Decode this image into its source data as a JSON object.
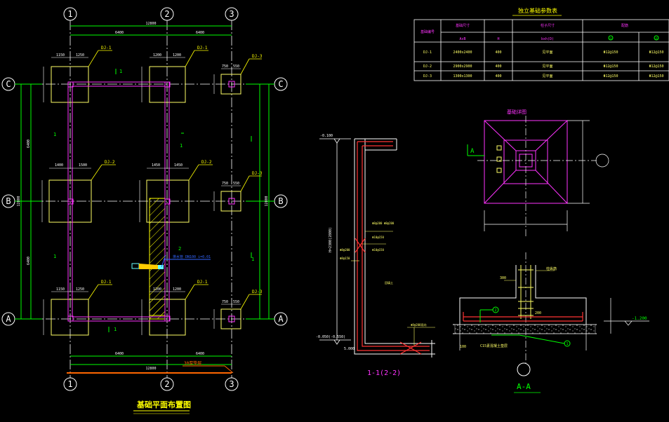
{
  "plan": {
    "title": "基础平面布置图",
    "col_axes": [
      "1",
      "2",
      "3"
    ],
    "row_axes": [
      "C",
      "B",
      "A"
    ],
    "dims_top": {
      "total": "12800",
      "bay1": "6400",
      "bay2": "6400"
    },
    "dims_bottom": {
      "total": "12800",
      "bay1": "6400",
      "bay2": "6400"
    },
    "dims_left": {
      "total": "12800",
      "bay1": "6400",
      "bay2": "6400"
    },
    "dims_right": {
      "total": "12800"
    },
    "footing_tags": [
      "DJ-1",
      "DJ-1",
      "DJ-3",
      "DJ-2",
      "DJ-2",
      "DJ-3",
      "DJ-1",
      "DJ-1",
      "DJ-3"
    ],
    "footing_dims": {
      "dj1": [
        "1150",
        "1250"
      ],
      "dj1b": [
        "1200",
        "1200"
      ],
      "dj2": [
        "1400",
        "1500"
      ],
      "dj2b": [
        "1450",
        "1450"
      ],
      "dj3": [
        "750",
        "550"
      ]
    },
    "section_marks": [
      "1",
      "1",
      "1",
      "1",
      "1",
      "1",
      "2"
    ],
    "pipe_note": "排水管 DN100 i=0.01",
    "orange_note": "30厚垫层"
  },
  "table": {
    "title": "独立基础参数表",
    "headers": [
      "基础编号",
      "基础尺寸",
      "",
      "柱子尺寸",
      "配筋",
      "",
      ""
    ],
    "subheaders": [
      "",
      "AxB",
      "H",
      "bxh(D)",
      "",
      "①",
      "②"
    ],
    "rows": [
      [
        "DJ-1",
        "2400x2400",
        "400",
        "见平面",
        "",
        "Φ12@150",
        "Φ12@150"
      ],
      [
        "DJ-2",
        "2900x2900",
        "400",
        "见平面",
        "",
        "Φ12@150",
        "Φ12@150"
      ],
      [
        "DJ-3",
        "1300x1300",
        "400",
        "见平面",
        "",
        "Φ12@150",
        "Φ12@150"
      ]
    ]
  },
  "section11": {
    "title": "1-1(2-2)",
    "top_level": "-0.100",
    "bottom_level": "-0.050(-0.550)",
    "base_note": "5.000",
    "rebar_notes": [
      "Φ8@200 Φ8@200",
      "Φ10@150",
      "Φ10@150",
      "Φ8@200",
      "Φ8@150",
      "Φ8@150"
    ],
    "height_label": "H=2300(2800)",
    "fill_note": "回填土",
    "slab_note": "Φ8@200双向"
  },
  "plan_detail": {
    "title": "基础详图",
    "mark": "A"
  },
  "sectionAA": {
    "title": "A-A",
    "level": "-1.200",
    "notes": [
      "柱纵筋",
      "300",
      "200",
      "C15素混凝土垫层",
      "100"
    ],
    "circle_marks": [
      "2",
      "1"
    ]
  },
  "colors": {
    "grid": "#00ff00",
    "axis_line": "#ffffff",
    "footing": "#ffff66",
    "beam": "#ff00ff",
    "text_magenta": "#ff33ff",
    "text_yellow": "#ffff00",
    "orange": "#ff6600",
    "cyan": "#66ffff",
    "red": "#ff3333"
  }
}
